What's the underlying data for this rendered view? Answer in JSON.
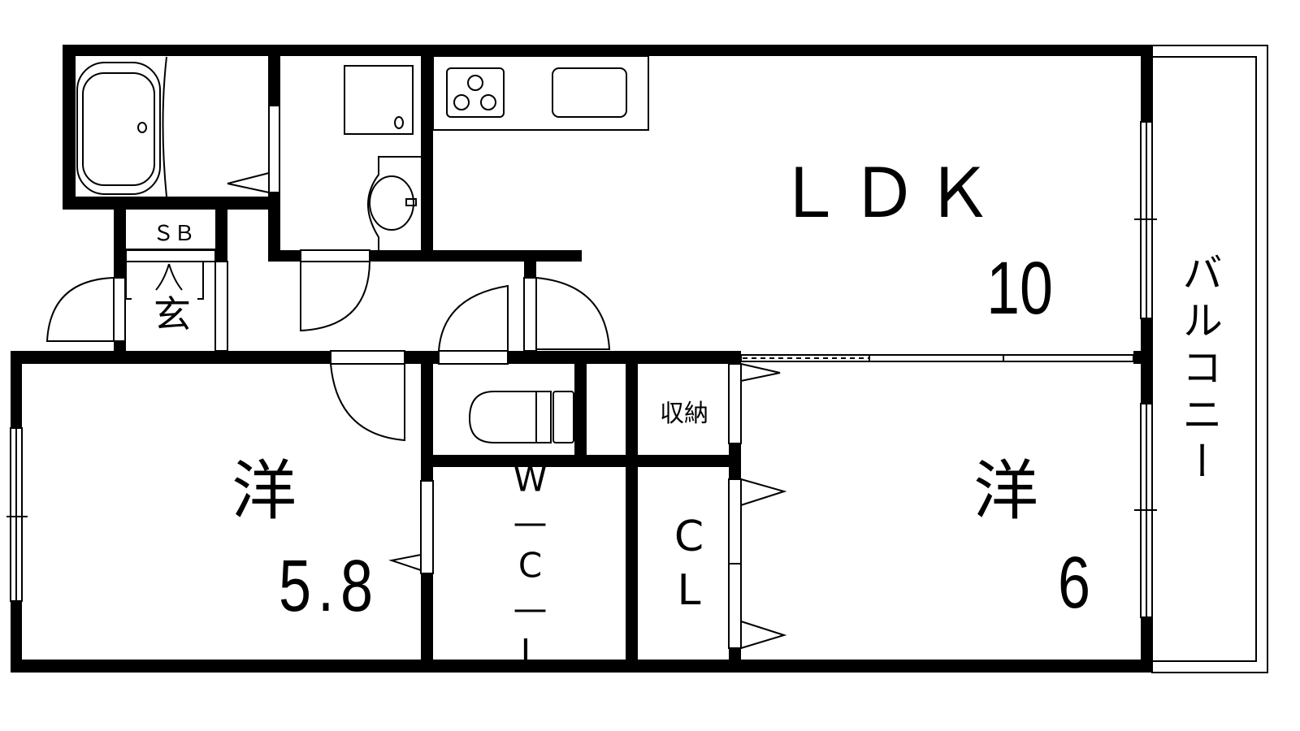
{
  "plan": {
    "rooms": {
      "ldk": {
        "name": "ＬＤＫ",
        "size": "10"
      },
      "western_left": {
        "name": "洋",
        "size": "5.8"
      },
      "western_right": {
        "name": "洋",
        "size": "6"
      },
      "walk_in_closet": "W—C—L",
      "closet": "CL",
      "storage": "収納",
      "shoe_box": "ＳＢ",
      "entrance": "玄",
      "balcony": "バルコニー"
    },
    "colors": {
      "wall": "#000000",
      "background": "#ffffff"
    }
  }
}
